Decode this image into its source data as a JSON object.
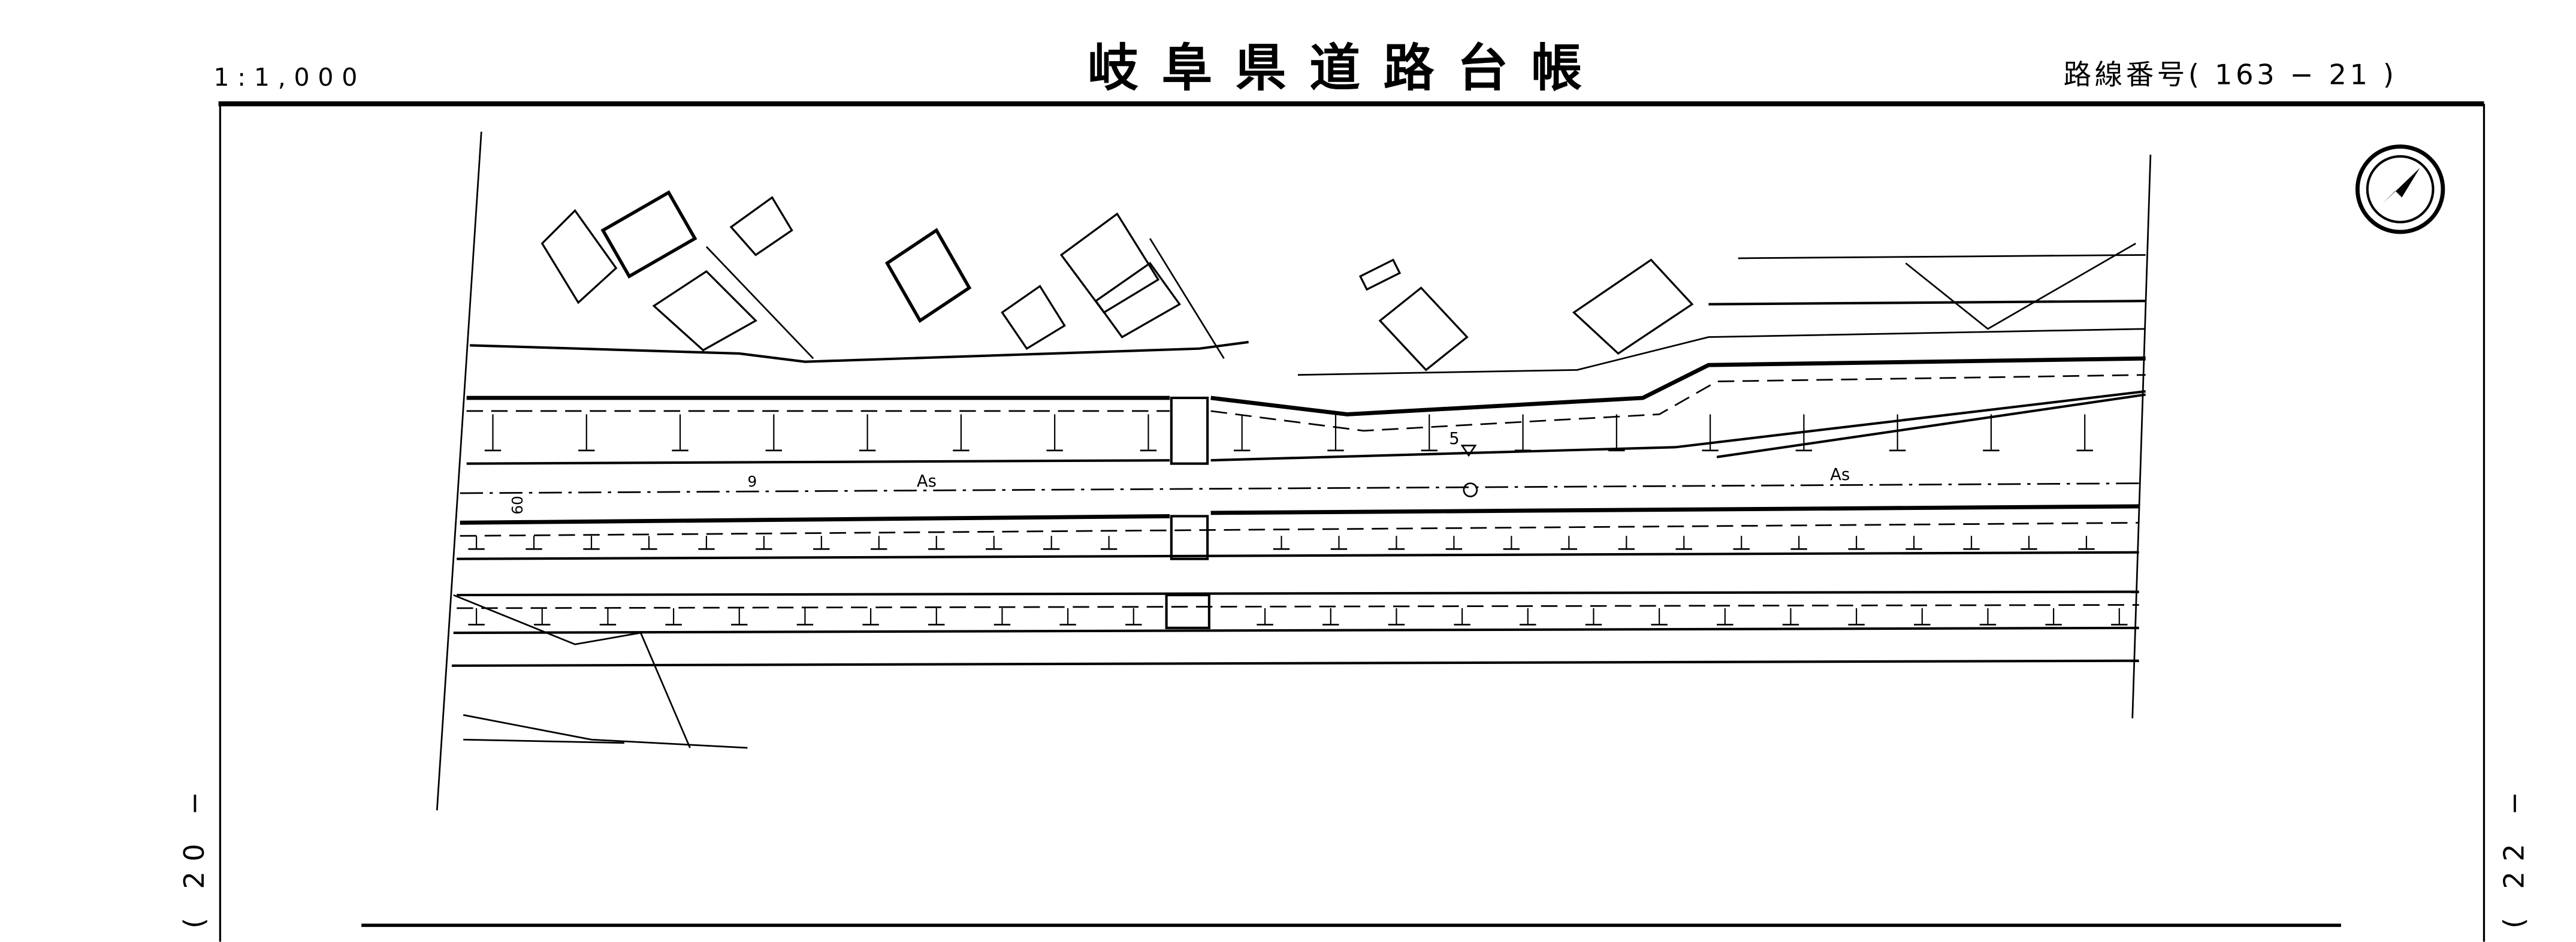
{
  "header": {
    "scale": "1:1,000",
    "title": "岐阜県道路台帳",
    "route_number": "路線番号( 163 − 21 )"
  },
  "margins": {
    "prev_sheet": "( 20 −",
    "next_sheet": "( 22 −"
  },
  "map": {
    "surface_left": "As",
    "surface_right": "As",
    "station_label": "9",
    "marker_label": "5",
    "width_label": "60",
    "north_arrow": "north-arrow-icon"
  }
}
